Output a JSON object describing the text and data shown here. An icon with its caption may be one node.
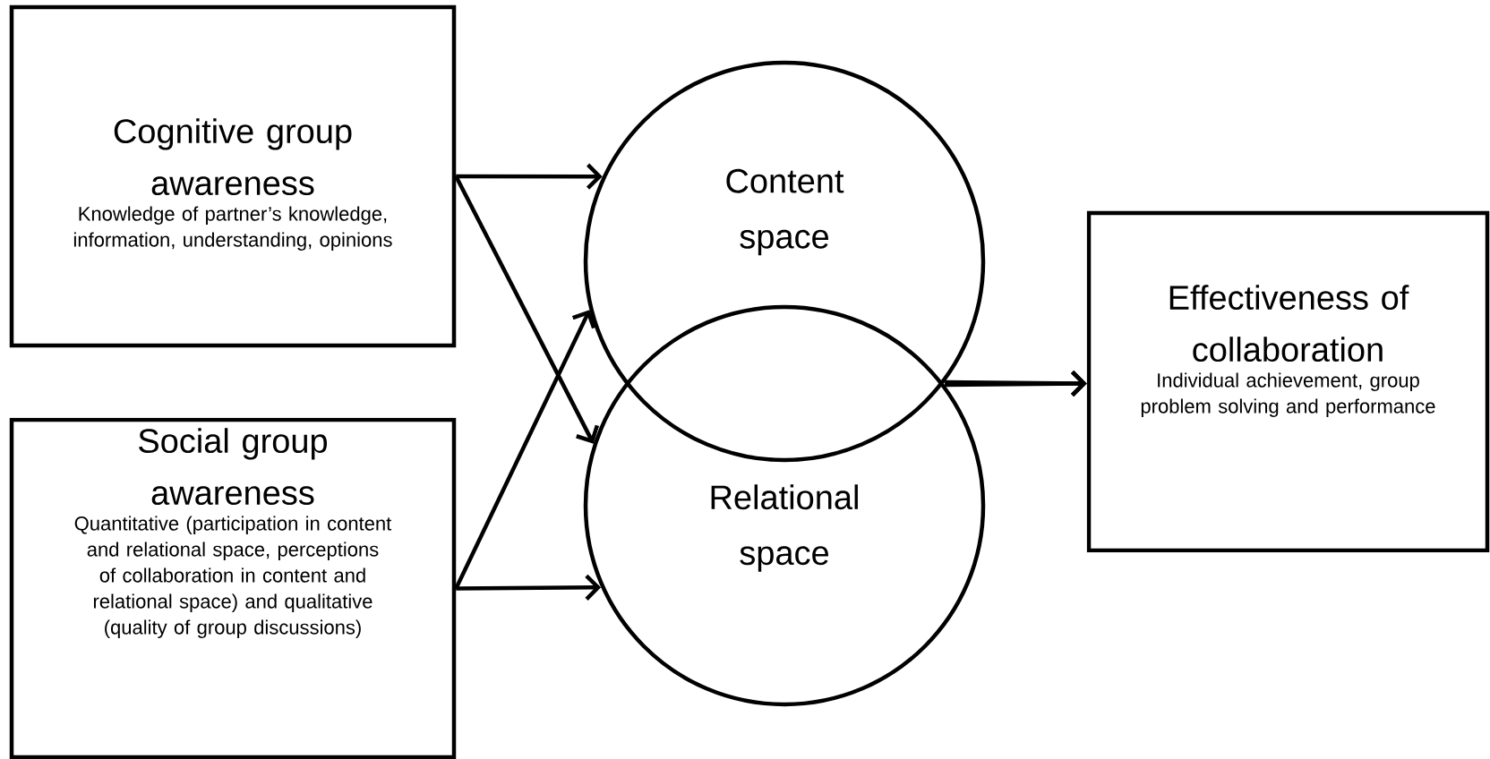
{
  "diagram": {
    "nodes": [
      {
        "text": [
          "Cognitive group awareness",
          "Knowledge of partner’s knowledge, information, understanding, opinions"
        ]
      },
      {
        "text": [
          "Content space"
        ]
      },
      {
        "text": [
          "Relational space"
        ]
      },
      {
        "text": [
          "Social group awareness",
          "Quantitative (participation in content and relational space, perceptions of collaboration in content and relational space) and qualitative (quality of group discussions)"
        ]
      },
      {
        "text": [
          "Effectiveness of collaboration",
          "Individual achievement, group problem solving and performance"
        ]
      }
    ],
    "edges": [
      {
        "from": 0,
        "to": 1,
        "arrow": "to"
      },
      {
        "from": 0,
        "to": 2,
        "arrow": "to"
      },
      {
        "from": 3,
        "to": 1,
        "arrow": "to"
      },
      {
        "from": 3,
        "to": 2,
        "arrow": "to"
      },
      {
        "from": 1,
        "to": 4,
        "arrow": "to"
      },
      {
        "from": 2,
        "to": 4,
        "arrow": "to"
      }
    ]
  }
}
